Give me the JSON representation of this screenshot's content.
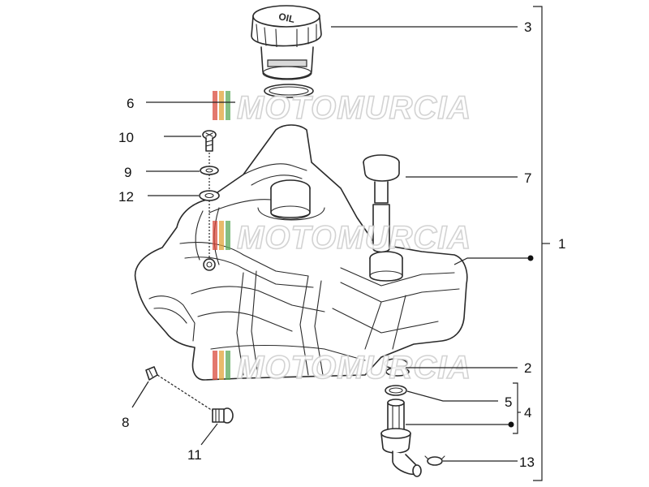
{
  "diagram": {
    "callouts": {
      "c1": "1",
      "c2": "2",
      "c3": "3",
      "c4": "4",
      "c5": "5",
      "c6": "6",
      "c7": "7",
      "c8": "8",
      "c9": "9",
      "c10": "10",
      "c11": "11",
      "c12": "12",
      "c13": "13"
    },
    "cap_label": "OIL"
  },
  "watermark": {
    "text": "MOTOMURCIA",
    "stripe_colors": [
      "#d94b3c",
      "#e0a33a",
      "#5aa85a"
    ]
  },
  "colors": {
    "line": "#2a2a2a",
    "text": "#111111",
    "background": "#ffffff"
  }
}
